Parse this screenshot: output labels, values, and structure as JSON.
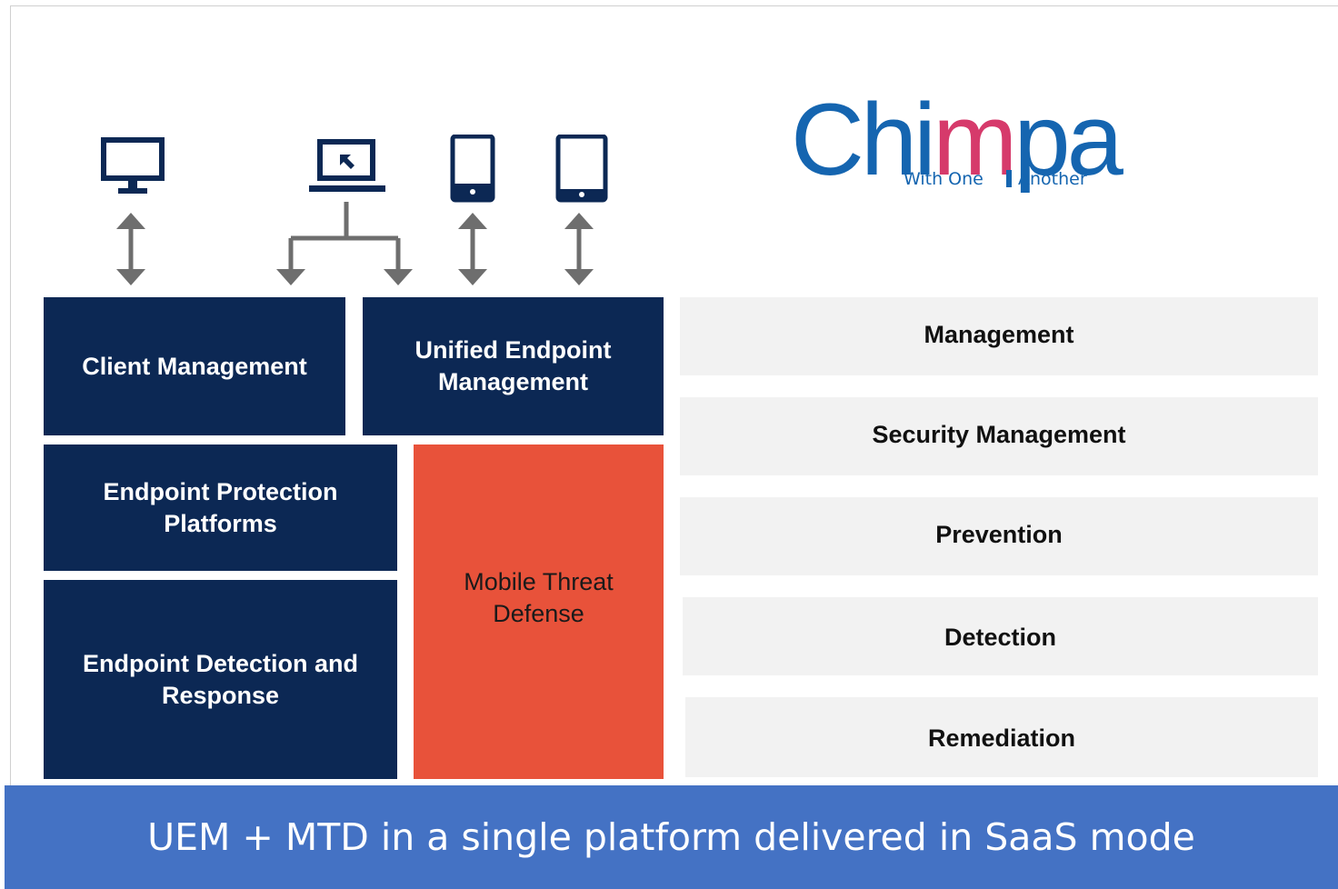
{
  "logo": {
    "brand": "Chimpa",
    "tagline_left": "With One",
    "tagline_right": "Another"
  },
  "devices": [
    {
      "icon": "desktop-monitor-icon"
    },
    {
      "icon": "laptop-icon"
    },
    {
      "icon": "smartphone-icon"
    },
    {
      "icon": "tablet-icon"
    }
  ],
  "blocks": {
    "client_management": "Client Management",
    "unified_endpoint_management": "Unified Endpoint Management",
    "endpoint_protection_platforms": "Endpoint Protection Platforms",
    "endpoint_detection_response": "Endpoint Detection and Response",
    "mobile_threat_defense": "Mobile Threat Defense"
  },
  "capabilities": [
    "Management",
    "Security Management",
    "Prevention",
    "Detection",
    "Remediation"
  ],
  "banner": {
    "text": "UEM + MTD in a single platform delivered in SaaS mode"
  },
  "colors": {
    "navy": "#0c2854",
    "mtd_red": "#e8523a",
    "banner_blue": "#4472c4",
    "logo_blue": "#1565b0",
    "logo_magenta": "#d63a6b",
    "arrow_gray": "#6e6e6e"
  }
}
